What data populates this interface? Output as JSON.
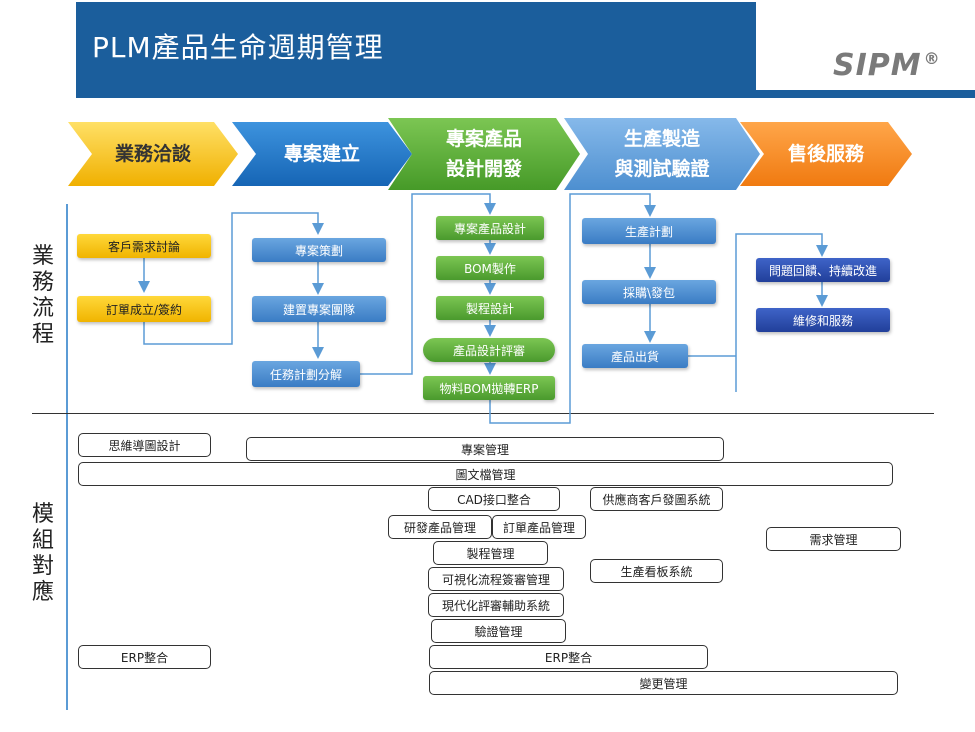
{
  "header": {
    "title": "PLM產品生命週期管理",
    "logo": "SIPM",
    "logo_mark": "®"
  },
  "stages": [
    {
      "label_1": "業務洽談",
      "label_2": "",
      "color": "#f5c000"
    },
    {
      "label_1": "專案建立",
      "label_2": "",
      "color": "#1e78c8"
    },
    {
      "label_1": "專案產品",
      "label_2": "設計開發",
      "color": "#5aaa38"
    },
    {
      "label_1": "生產製造",
      "label_2": "與測試驗證",
      "color": "#5b9bd5"
    },
    {
      "label_1": "售後服務",
      "label_2": "",
      "color": "#f58a1e"
    }
  ],
  "sections": {
    "business_flow": "業務流程",
    "module_mapping": "模組對應"
  },
  "process": {
    "col1": [
      "客戶需求討論",
      "訂單成立/簽約"
    ],
    "col2": [
      "專案策劃",
      "建置專案團隊",
      "任務計劃分解"
    ],
    "col3": [
      "專案產品設計",
      "BOM製作",
      "製程設計",
      "產品設計評審",
      "物料BOM拋轉ERP"
    ],
    "col4": [
      "生產計劃",
      "採購\\發包",
      "產品出貨"
    ],
    "col5": [
      "問題回饋、持續改進",
      "維修和服務"
    ]
  },
  "modules": {
    "mind_map": "思維導圖設計",
    "project_mgmt": "專案管理",
    "drawing_doc": "圖文檔管理",
    "cad": "CAD接口整合",
    "supplier": "供應商客戶發圖系統",
    "rd_product": "研發產品管理",
    "order_product": "訂單產品管理",
    "requirement": "需求管理",
    "process_mgmt": "製程管理",
    "visual_flow": "可視化流程簽審管理",
    "kanban": "生產看板系統",
    "review_aid": "現代化評審輔助系統",
    "verification": "驗證管理",
    "erp_left": "ERP整合",
    "erp_mid": "ERP整合",
    "change": "變更管理"
  }
}
